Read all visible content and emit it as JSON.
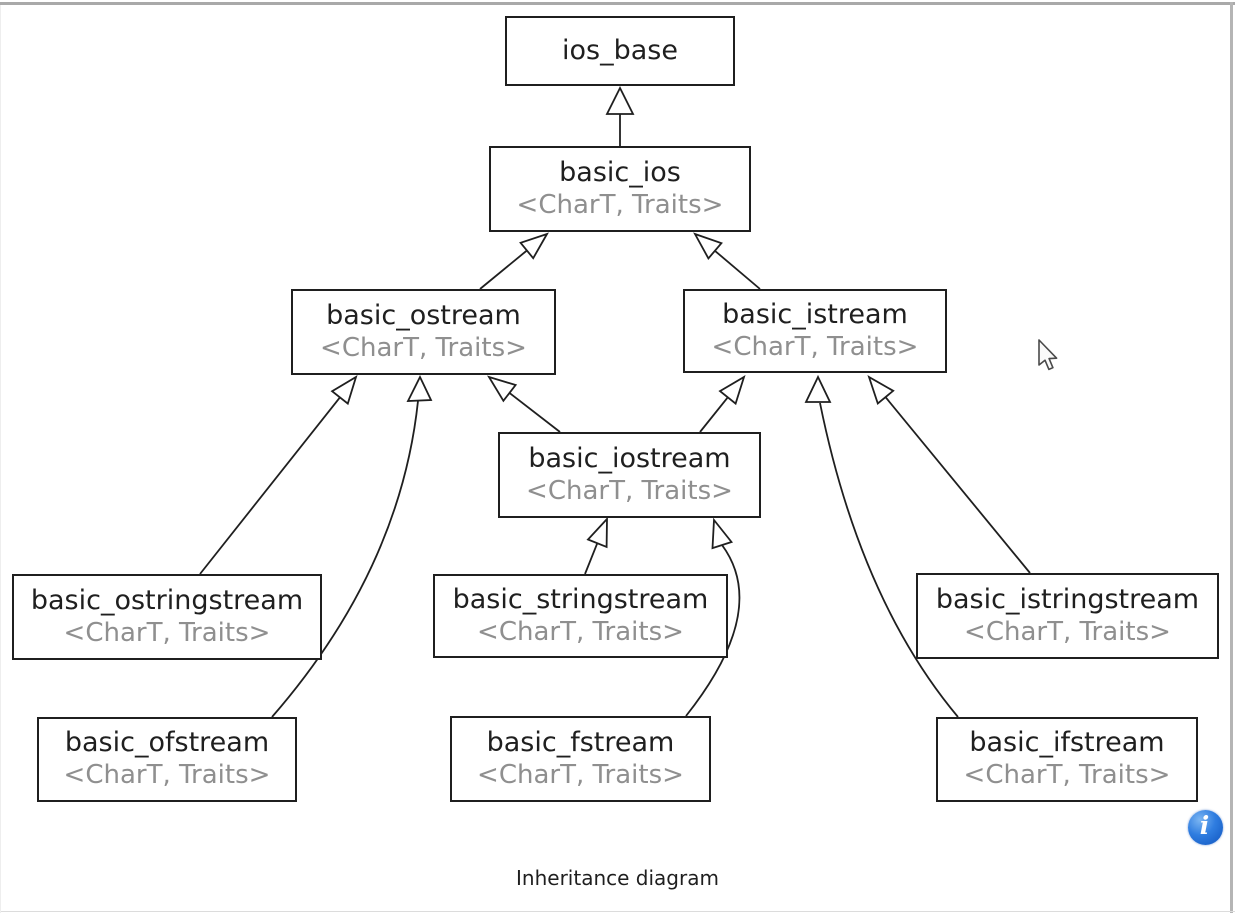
{
  "diagram": {
    "caption": "Inheritance diagram",
    "nodes": [
      {
        "name": "ios_base",
        "params": ""
      },
      {
        "name": "basic_ios",
        "params": "<CharT, Traits>"
      },
      {
        "name": "basic_ostream",
        "params": "<CharT, Traits>"
      },
      {
        "name": "basic_istream",
        "params": "<CharT, Traits>"
      },
      {
        "name": "basic_iostream",
        "params": "<CharT, Traits>"
      },
      {
        "name": "basic_ostringstream",
        "params": "<CharT, Traits>"
      },
      {
        "name": "basic_stringstream",
        "params": "<CharT, Traits>"
      },
      {
        "name": "basic_istringstream",
        "params": "<CharT, Traits>"
      },
      {
        "name": "basic_ofstream",
        "params": "<CharT, Traits>"
      },
      {
        "name": "basic_fstream",
        "params": "<CharT, Traits>"
      },
      {
        "name": "basic_ifstream",
        "params": "<CharT, Traits>"
      }
    ],
    "edges": [
      {
        "from": "basic_ios",
        "to": "ios_base"
      },
      {
        "from": "basic_ostream",
        "to": "basic_ios"
      },
      {
        "from": "basic_istream",
        "to": "basic_ios"
      },
      {
        "from": "basic_iostream",
        "to": "basic_ostream"
      },
      {
        "from": "basic_iostream",
        "to": "basic_istream"
      },
      {
        "from": "basic_ostringstream",
        "to": "basic_ostream"
      },
      {
        "from": "basic_ofstream",
        "to": "basic_ostream"
      },
      {
        "from": "basic_stringstream",
        "to": "basic_iostream"
      },
      {
        "from": "basic_fstream",
        "to": "basic_iostream"
      },
      {
        "from": "basic_istringstream",
        "to": "basic_istream"
      },
      {
        "from": "basic_ifstream",
        "to": "basic_istream"
      }
    ],
    "colors": {
      "box_border": "#1f1f1f",
      "name_text": "#1f1f1f",
      "param_text": "#8f8f8f",
      "background": "#ffffff",
      "info_icon_blue": "#1f63cc"
    }
  },
  "info_icon": {
    "glyph": "i"
  }
}
